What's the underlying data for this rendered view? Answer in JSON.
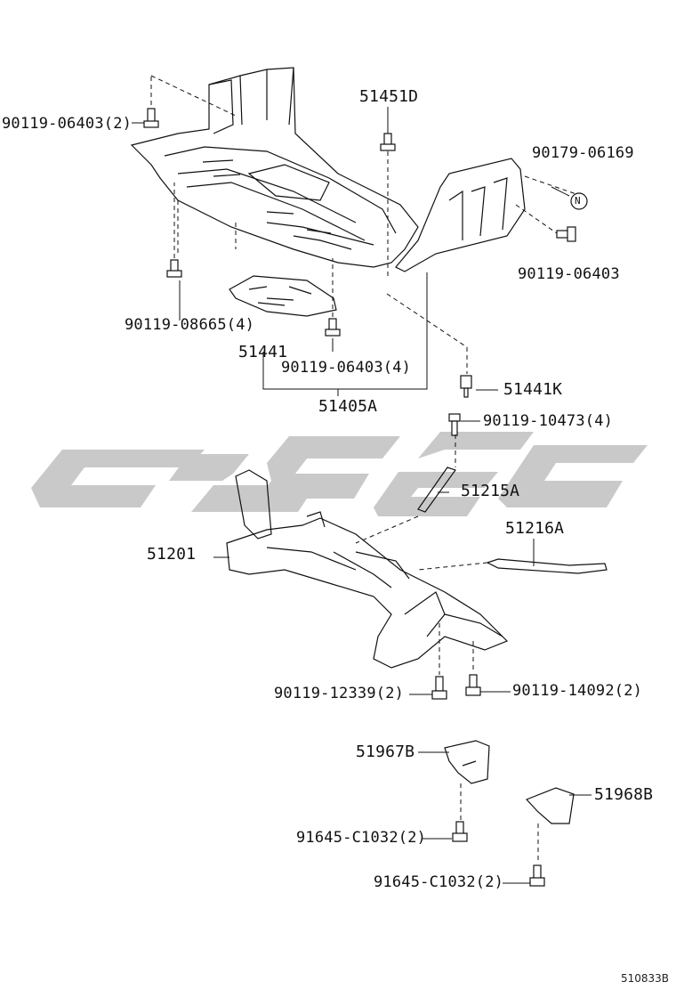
{
  "diagram": {
    "labels": {
      "p51451D": "51451D",
      "p90119_06403_2": "90119-06403(2)",
      "p90179_06169": "90179-06169",
      "n_marker": "N",
      "p90119_06403": "90119-06403",
      "p90119_08665_4": "90119-08665(4)",
      "p51441": "51441",
      "p90119_06403_4": "90119-06403(4)",
      "p51441K": "51441K",
      "p51405A": "51405A",
      "p90119_10473_4": "90119-10473(4)",
      "p51215A": "51215A",
      "p51216A": "51216A",
      "p51201": "51201",
      "p90119_12339_2": "90119-12339(2)",
      "p90119_14092_2": "90119-14092(2)",
      "p51967B": "51967B",
      "p51968B": "51968B",
      "p91645_C1032_2a": "91645-C1032(2)",
      "p91645_C1032_2b": "91645-C1032(2)"
    },
    "reference_code": "510833B",
    "watermark_colors": {
      "gray": "#c8c8c8"
    }
  }
}
